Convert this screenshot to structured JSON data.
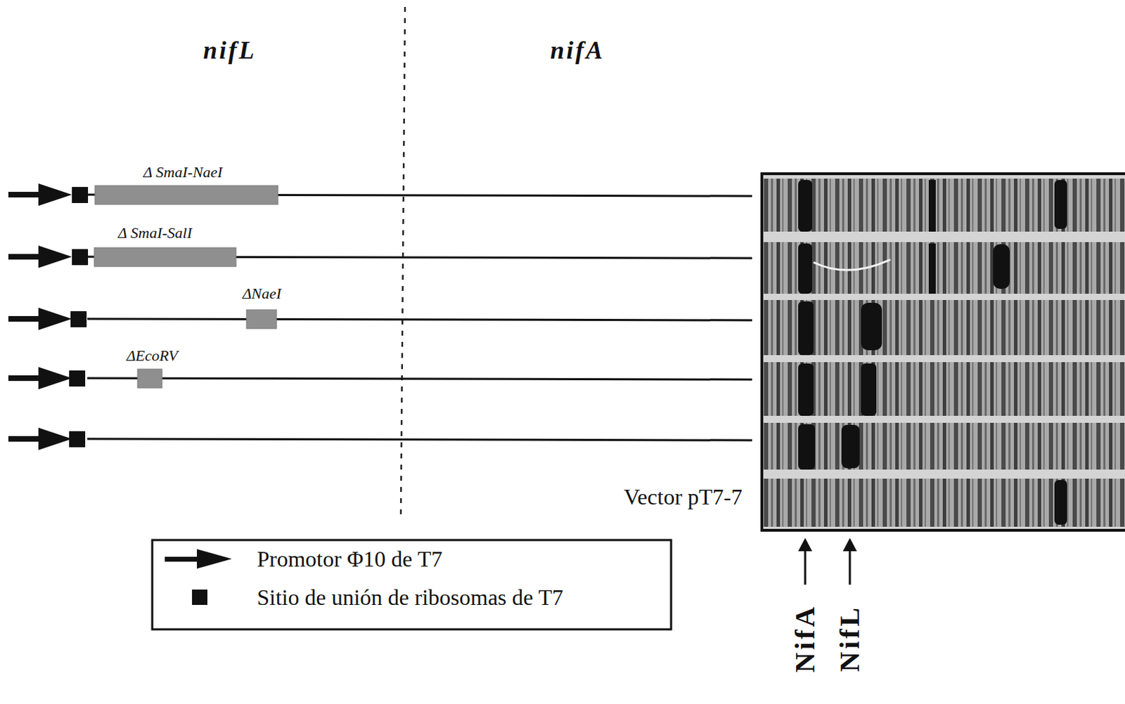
{
  "diagram": {
    "labels": [
      "nifL",
      "nifA",
      "Δ SmaI-NaeI",
      "Δ SmaI-SalI",
      "ΔNaeI",
      "ΔEcoRV",
      "Vector pT7-7",
      "NifA",
      "NifL"
    ],
    "legend": [
      {
        "text": "Promotor Φ10 de T7"
      },
      {
        "text": "Sitio de unión de ribosomas de T7"
      }
    ]
  }
}
